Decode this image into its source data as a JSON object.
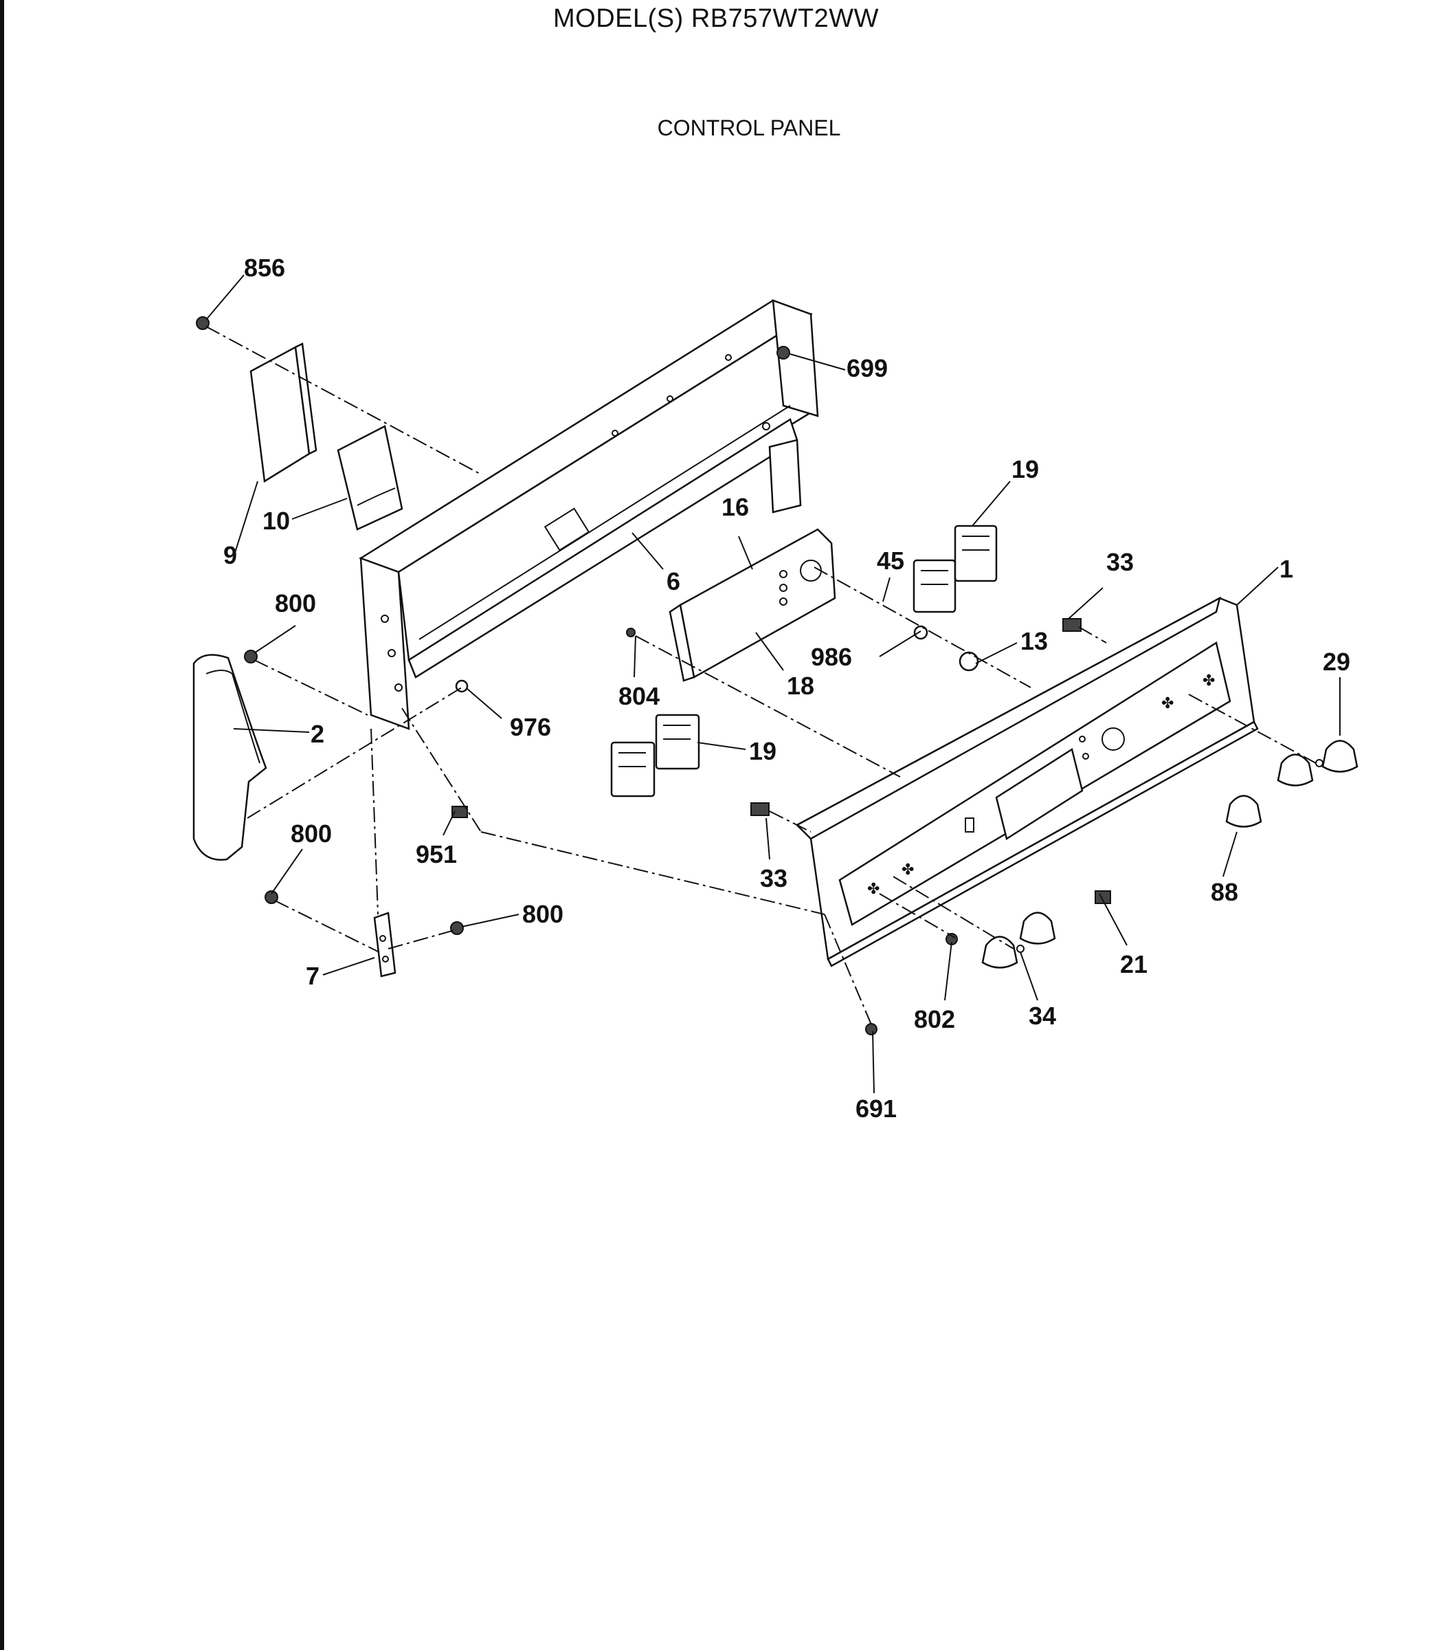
{
  "header": {
    "model": "MODEL(S) RB757WT2WW",
    "section": "CONTROL PANEL"
  },
  "parts": [
    {
      "id": "1"
    },
    {
      "id": "2"
    },
    {
      "id": "6"
    },
    {
      "id": "7"
    },
    {
      "id": "9"
    },
    {
      "id": "10"
    },
    {
      "id": "13"
    },
    {
      "id": "16"
    },
    {
      "id": "18"
    },
    {
      "id": "19a"
    },
    {
      "id": "19b"
    },
    {
      "id": "21"
    },
    {
      "id": "29"
    },
    {
      "id": "33a"
    },
    {
      "id": "33b"
    },
    {
      "id": "34"
    },
    {
      "id": "45"
    },
    {
      "id": "88"
    },
    {
      "id": "691"
    },
    {
      "id": "699"
    },
    {
      "id": "800a"
    },
    {
      "id": "800b"
    },
    {
      "id": "800c"
    },
    {
      "id": "802"
    },
    {
      "id": "804"
    },
    {
      "id": "856"
    },
    {
      "id": "951"
    },
    {
      "id": "976"
    },
    {
      "id": "986"
    }
  ],
  "labels": {
    "p1": "1",
    "p2": "2",
    "p6": "6",
    "p7": "7",
    "p9": "9",
    "p10": "10",
    "p13": "13",
    "p16": "16",
    "p18": "18",
    "p19a": "19",
    "p19b": "19",
    "p21": "21",
    "p29": "29",
    "p33a": "33",
    "p33b": "33",
    "p34": "34",
    "p45": "45",
    "p88": "88",
    "p691": "691",
    "p699": "699",
    "p800a": "800",
    "p800b": "800",
    "p800c": "800",
    "p802": "802",
    "p804": "804",
    "p856": "856",
    "p951": "951",
    "p976": "976",
    "p986": "986"
  }
}
